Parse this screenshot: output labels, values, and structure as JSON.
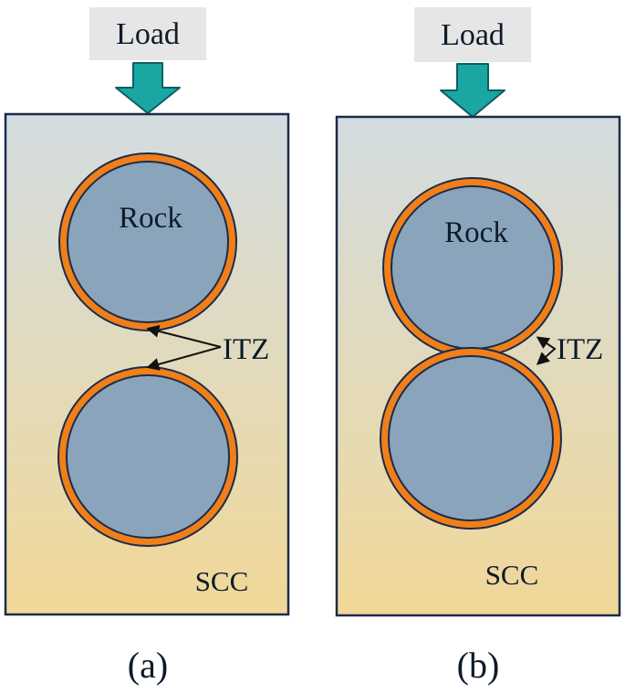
{
  "colors": {
    "box_top": "#d3dce0",
    "box_bottom": "#f1d898",
    "box_stroke": "#1c2b4a",
    "load_box": "#e6e6e6",
    "arrow_fill": "#1aa7a4",
    "arrow_stroke": "#0e5d63",
    "rock_fill": "#8aa5bb",
    "rock_stroke": "#1c2b4a",
    "itz_ring": "#f07f1a",
    "text": "#0d1b2a"
  },
  "panel_a": {
    "load_label": "Load",
    "rock_label": "Rock",
    "itz_label": "ITZ",
    "matrix_label": "SCC",
    "caption": "(a)"
  },
  "panel_b": {
    "load_label": "Load",
    "rock_label": "Rock",
    "itz_label": "ITZ",
    "matrix_label": "SCC",
    "caption": "(b)"
  }
}
